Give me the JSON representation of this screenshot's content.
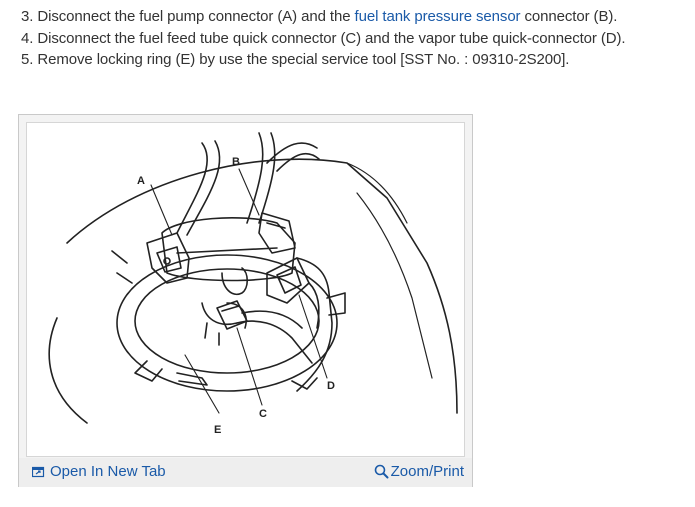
{
  "steps": [
    {
      "pre": "3. Disconnect the fuel pump connector (A) and the ",
      "link": "fuel tank pressure sensor",
      "post": " connector (B)."
    },
    {
      "text": "4. Disconnect the fuel feed tube quick connector (C) and the vapor tube quick-connector (D)."
    },
    {
      "text": "5. Remove locking ring (E) by use the special service tool [SST No. : 09310-2S200]."
    }
  ],
  "figure": {
    "labels": {
      "a": "A",
      "b": "B",
      "c": "C",
      "d": "D",
      "e": "E"
    },
    "open_tab_label": "Open In New Tab",
    "zoom_label": "Zoom/Print",
    "open_tab_icon": "new-window-icon",
    "zoom_icon": "magnifier-icon"
  },
  "colors": {
    "link": "#1a5aa8",
    "text": "#333333"
  }
}
